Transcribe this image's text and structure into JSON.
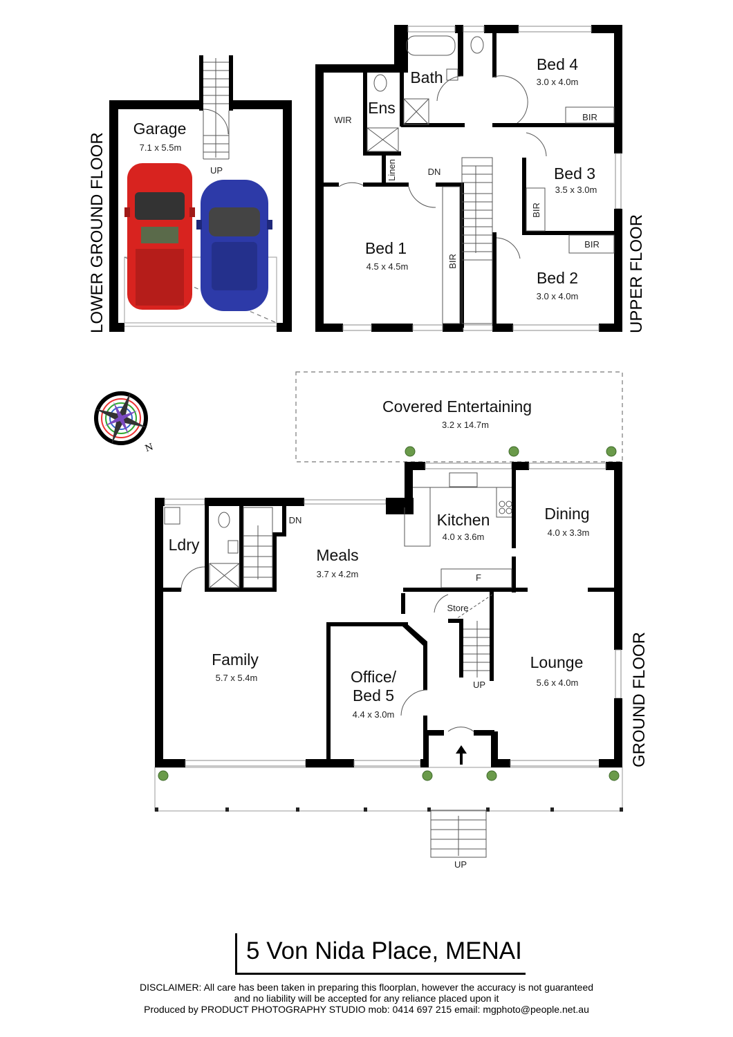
{
  "floors": {
    "lower_ground": "LOWER GROUND FLOOR",
    "upper": "UPPER FLOOR",
    "ground": "GROUND FLOOR"
  },
  "lower_ground": {
    "garage": {
      "name": "Garage",
      "size": "7.1 x 5.5m"
    },
    "up": "UP"
  },
  "upper": {
    "bath": "Bath",
    "ens": "Ens",
    "wir": "WIR",
    "linen": "Linen",
    "dn": "DN",
    "bed4": {
      "name": "Bed 4",
      "size": "3.0 x 4.0m",
      "bir": "BIR"
    },
    "bed3": {
      "name": "Bed 3",
      "size": "3.5 x 3.0m",
      "bir": "BIR"
    },
    "bed2": {
      "name": "Bed 2",
      "size": "3.0 x 4.0m",
      "bir": "BIR"
    },
    "bed1": {
      "name": "Bed 1",
      "size": "4.5 x 4.5m",
      "bir": "BIR"
    }
  },
  "ground": {
    "covered": {
      "name": "Covered Entertaining",
      "size": "3.2 x 14.7m"
    },
    "kitchen": {
      "name": "Kitchen",
      "size": "4.0 x 3.6m"
    },
    "dining": {
      "name": "Dining",
      "size": "4.0 x 3.3m"
    },
    "meals": {
      "name": "Meals",
      "size": "3.7 x 4.2m"
    },
    "ldry": "Ldry",
    "dn": "DN",
    "fridge": "F",
    "store": "Store",
    "family": {
      "name": "Family",
      "size": "5.7 x 5.4m"
    },
    "office": {
      "name1": "Office/",
      "name2": "Bed 5",
      "size": "4.4 x 3.0m"
    },
    "lounge": {
      "name": "Lounge",
      "size": "5.6 x 4.0m"
    },
    "up_stairs": "UP",
    "up_entry": "UP"
  },
  "compass": {
    "north": "N"
  },
  "footer": {
    "address": "5 Von Nida Place, MENAI",
    "disclaimer1": "DISCLAIMER: All care has been taken in preparing this floorplan, however the accuracy is not guaranteed",
    "disclaimer2": "and no liability will be accepted for any reliance placed upon it",
    "produced": "Produced by PRODUCT PHOTOGRAPHY STUDIO mob: 0414 697 215 email: mgphoto@people.net.au"
  },
  "colors": {
    "red_car": "#d8231f",
    "blue_car": "#2d3aa8",
    "tree": "#6a9a4a"
  }
}
